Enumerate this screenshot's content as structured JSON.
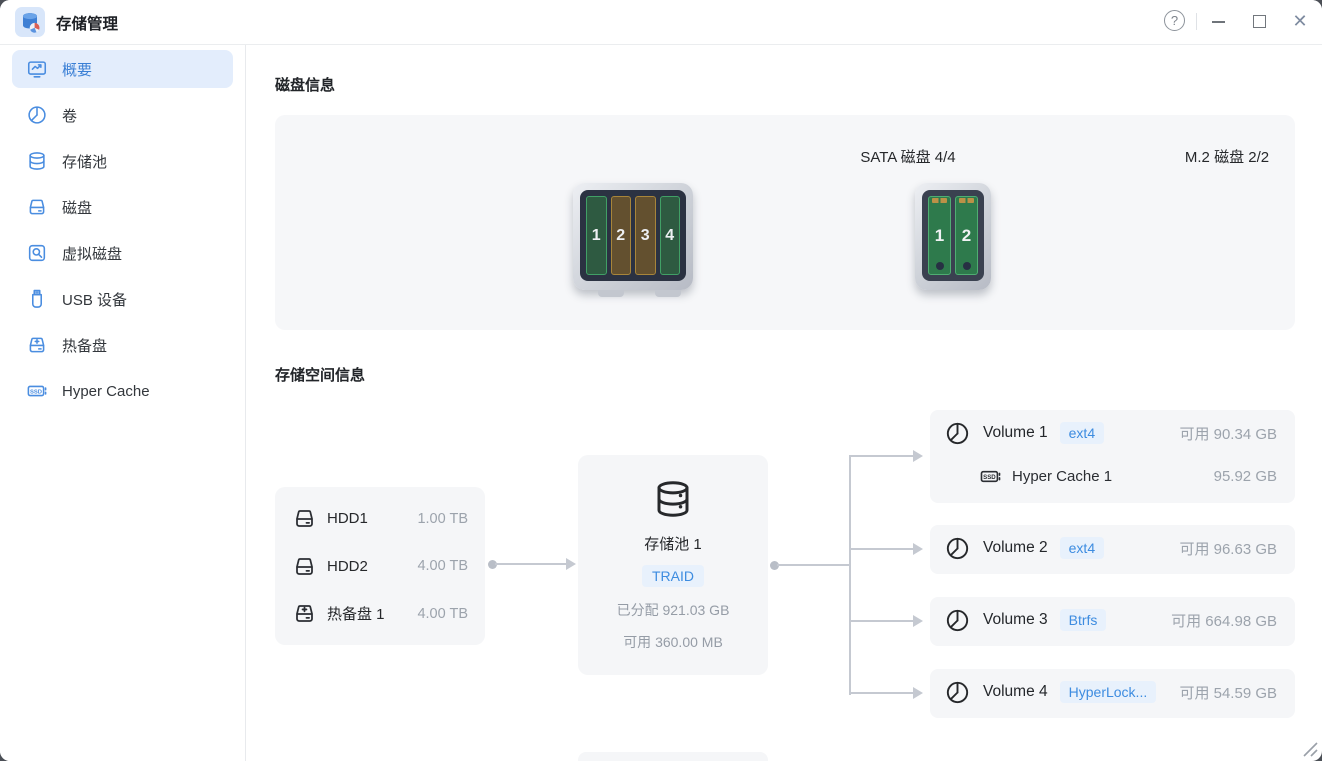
{
  "window": {
    "title": "存储管理"
  },
  "titlebar": {
    "help_label": "?",
    "close_glyph": "✕"
  },
  "sidebar": {
    "items": [
      {
        "id": "overview",
        "label": "概要",
        "icon": "overview-icon",
        "active": true
      },
      {
        "id": "volume",
        "label": "卷",
        "icon": "pie-chart-icon",
        "active": false
      },
      {
        "id": "storage-pool",
        "label": "存储池",
        "icon": "database-icon",
        "active": false
      },
      {
        "id": "disk",
        "label": "磁盘",
        "icon": "hdd-icon",
        "active": false
      },
      {
        "id": "virtual-disk",
        "label": "虚拟磁盘",
        "icon": "virtual-disk-icon",
        "active": false
      },
      {
        "id": "usb-device",
        "label": "USB 设备",
        "icon": "usb-icon",
        "active": false
      },
      {
        "id": "hot-spare",
        "label": "热备盘",
        "icon": "hotspare-icon",
        "active": false
      },
      {
        "id": "hyper-cache",
        "label": "Hyper Cache",
        "icon": "ssd-icon",
        "active": false
      }
    ]
  },
  "disk_info": {
    "title": "磁盘信息",
    "groups": [
      {
        "label": "SATA 磁盘 4/4",
        "type": "sata",
        "slots": [
          {
            "num": "1",
            "status": "green"
          },
          {
            "num": "2",
            "status": "amber"
          },
          {
            "num": "3",
            "status": "amber"
          },
          {
            "num": "4",
            "status": "green"
          }
        ]
      },
      {
        "label": "M.2 磁盘 2/2",
        "type": "m2",
        "slots": [
          {
            "num": "1",
            "status": "green"
          },
          {
            "num": "2",
            "status": "green"
          }
        ]
      }
    ]
  },
  "storage_space": {
    "title": "存储空间信息",
    "disks": [
      {
        "name": "HDD1",
        "size": "1.00 TB",
        "icon": "hdd-icon"
      },
      {
        "name": "HDD2",
        "size": "4.00 TB",
        "icon": "hdd-icon"
      },
      {
        "name": "热备盘 1",
        "size": "4.00 TB",
        "icon": "hotspare-icon"
      }
    ],
    "pool": {
      "name": "存储池 1",
      "raid_type": "TRAID",
      "allocated": "已分配 921.03 GB",
      "available": "可用 360.00 MB"
    },
    "volumes": [
      {
        "name": "Volume 1",
        "fs": "ext4",
        "available": "可用 90.34 GB",
        "cache": {
          "name": "Hyper Cache 1",
          "size": "95.92 GB"
        }
      },
      {
        "name": "Volume 2",
        "fs": "ext4",
        "available": "可用 96.63 GB"
      },
      {
        "name": "Volume 3",
        "fs": "Btrfs",
        "available": "可用 664.98 GB"
      },
      {
        "name": "Volume 4",
        "fs": "HyperLock...",
        "available": "可用 54.59 GB"
      }
    ]
  },
  "colors": {
    "accent": "#3d8ce0",
    "accent_bg": "#e8f1fc",
    "sidebar_active_bg": "#e3edfc",
    "card_bg": "#f5f6f8",
    "connector": "#c5c9d1",
    "slot_green": "#2e5a41",
    "slot_green_border": "#41a066",
    "slot_amber": "#63502f",
    "slot_amber_border": "#a8853a"
  }
}
